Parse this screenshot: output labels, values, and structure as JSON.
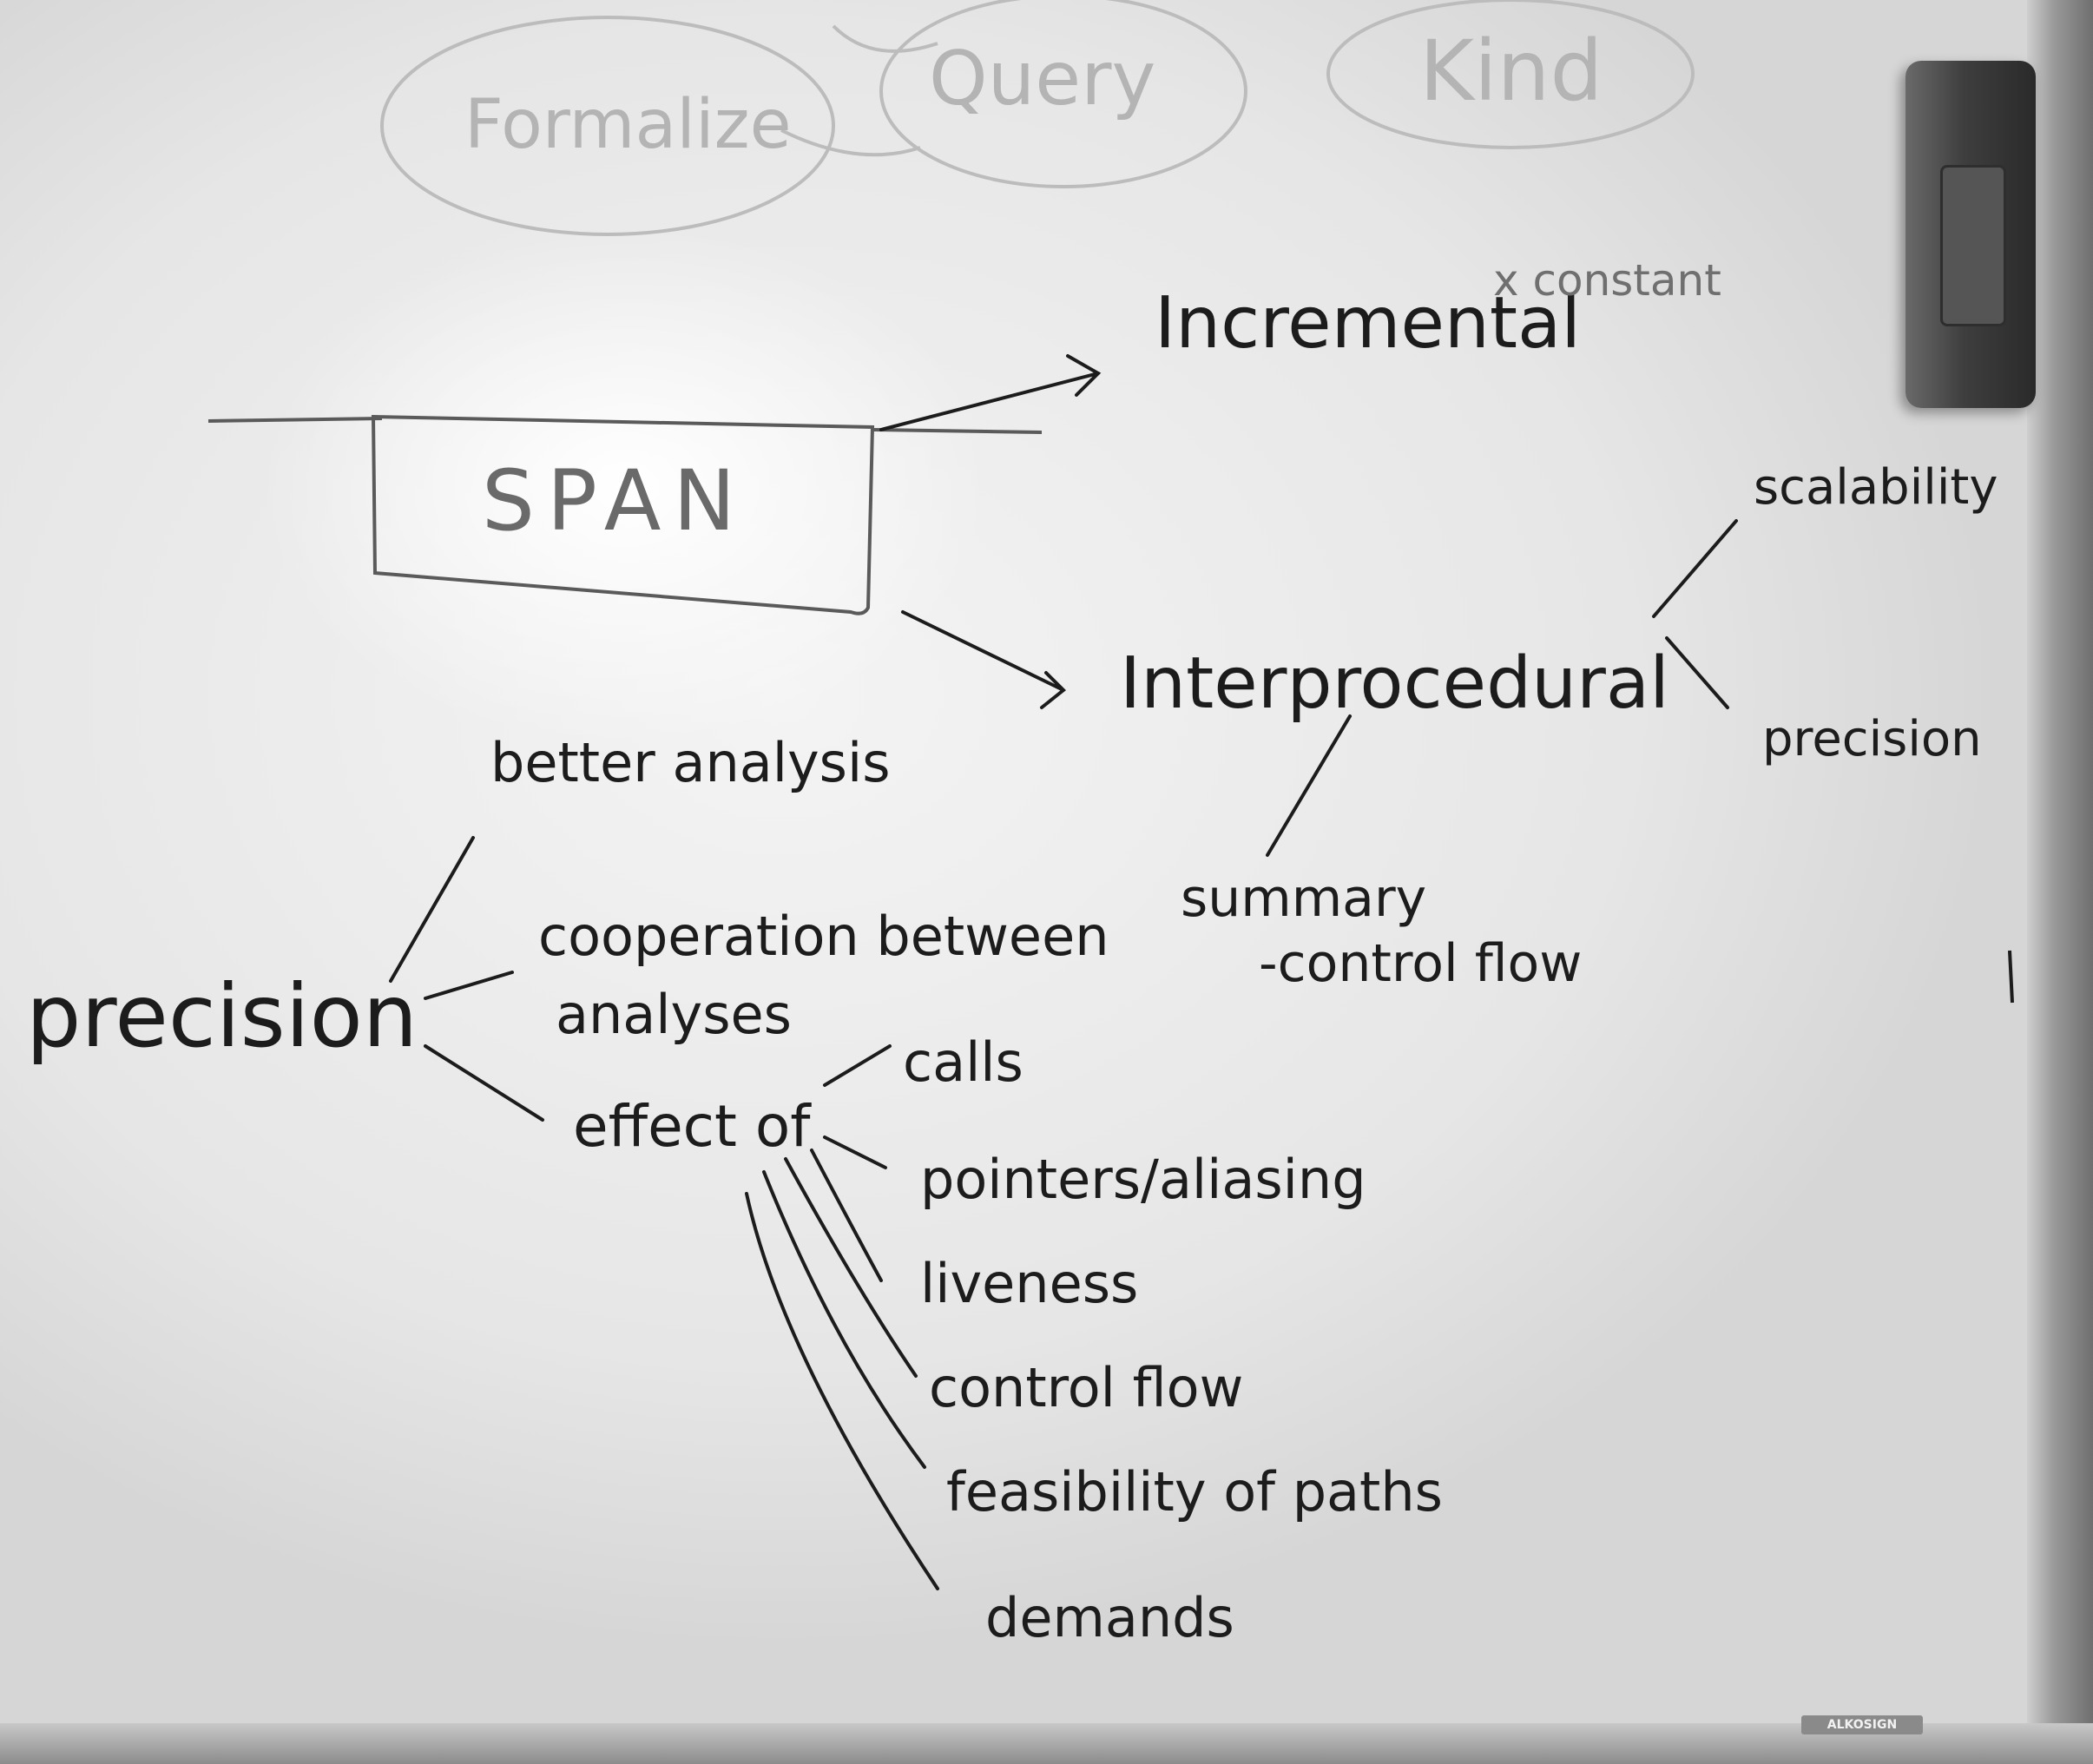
{
  "top_words": {
    "formalize": "Formalize",
    "query": "Query",
    "kind": "Kind"
  },
  "incremental": {
    "label": "Incremental",
    "note": "x constant"
  },
  "span_box": "SPAN",
  "interprocedural": {
    "label": "Interprocedural",
    "children": [
      "scalability",
      "precision"
    ],
    "summary": "summary",
    "control_flow": "-control flow"
  },
  "precision_tree": {
    "root": "precision",
    "better_analysis": "better analysis",
    "cooperation_line1": "cooperation between",
    "cooperation_line2": "analyses",
    "effect_of": "effect of",
    "effects": [
      "calls",
      "pointers/aliasing",
      "liveness",
      "control flow",
      "feasibility of paths",
      "demands"
    ]
  },
  "brand": "ALKOSIGN",
  "colors": {
    "ink_dark": "#1c1c1c",
    "ink_faint": "#b4b4b4",
    "board": "#eeeeee"
  }
}
